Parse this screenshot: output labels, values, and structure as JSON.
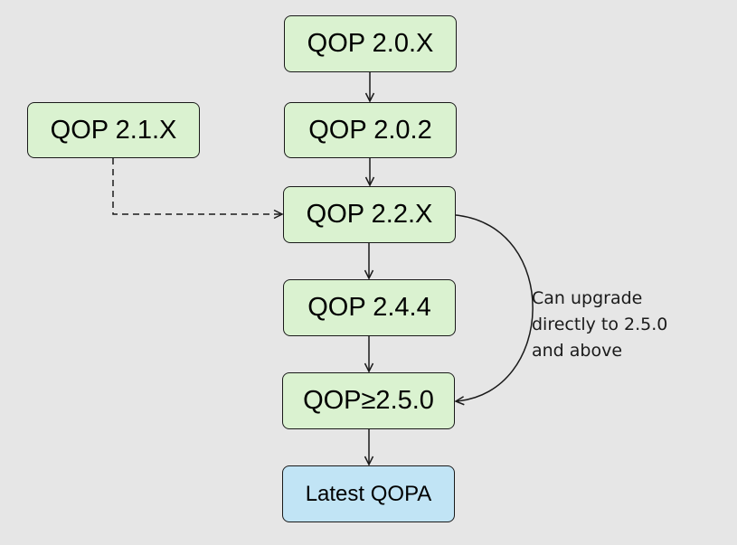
{
  "nodes": {
    "qop_20x": "QOP 2.0.X",
    "qop_21x": "QOP 2.1.X",
    "qop_202": "QOP 2.0.2",
    "qop_22x": "QOP 2.2.X",
    "qop_244": "QOP 2.4.4",
    "qop_250": "QOP≥2.5.0",
    "latest": "Latest QOPA"
  },
  "annotation": {
    "lines": [
      "Can upgrade",
      "directly to 2.5.0",
      "and above"
    ]
  },
  "colors": {
    "background": "#e6e6e6",
    "node_green": "#daf2d0",
    "node_blue": "#c1e4f5",
    "stroke": "#1a1a1a"
  },
  "edges": [
    {
      "from": "QOP 2.0.X",
      "to": "QOP 2.0.2",
      "style": "solid"
    },
    {
      "from": "QOP 2.0.2",
      "to": "QOP 2.2.X",
      "style": "solid"
    },
    {
      "from": "QOP 2.1.X",
      "to": "QOP 2.2.X",
      "style": "dashed"
    },
    {
      "from": "QOP 2.2.X",
      "to": "QOP 2.4.4",
      "style": "solid"
    },
    {
      "from": "QOP 2.4.4",
      "to": "QOP≥2.5.0",
      "style": "solid"
    },
    {
      "from": "QOP≥2.5.0",
      "to": "Latest QOPA",
      "style": "solid"
    },
    {
      "from": "QOP 2.2.X",
      "to": "QOP≥2.5.0",
      "style": "curved"
    }
  ]
}
